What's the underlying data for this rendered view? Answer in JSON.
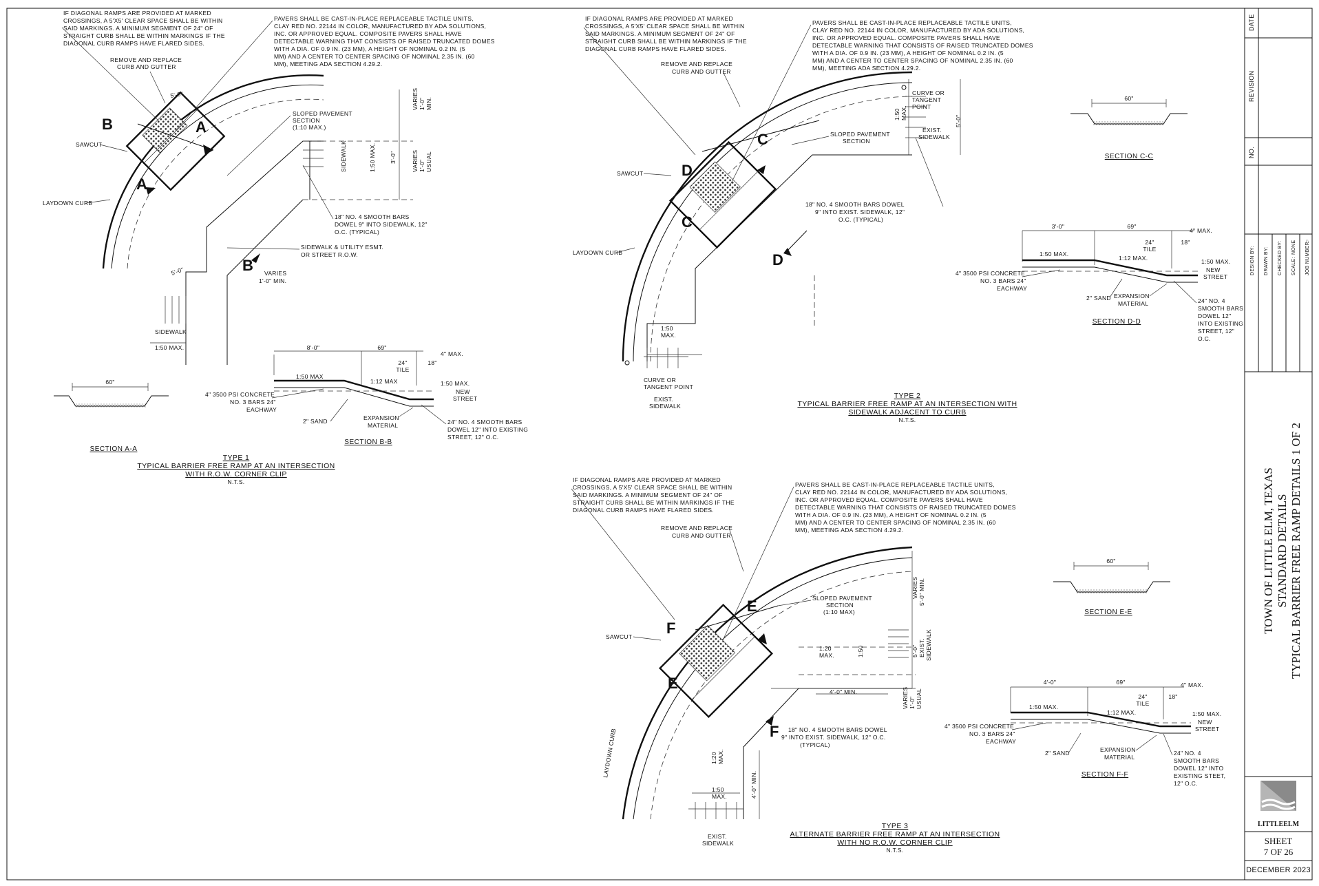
{
  "sheet": {
    "project": "TOWN OF LITTLE ELM, TEXAS",
    "subtitle": "STANDARD DETAILS",
    "drawing_title": "TYPICAL BARRIER FREE RAMP DETAILS 1 OF 2",
    "sheet_label": "SHEET",
    "sheet_number": "7 OF 26",
    "date": "DECEMBER 2023",
    "logo_text": "LITTLEELM",
    "revision_headers": [
      "DATE",
      "REVISION",
      "NO."
    ],
    "info_rows": [
      {
        "label": "DESIGN BY:",
        "value": ""
      },
      {
        "label": "DRAWN BY:",
        "value": ""
      },
      {
        "label": "CHECKED BY:",
        "value": ""
      },
      {
        "label": "SCALE:",
        "value": "NONE"
      },
      {
        "label": "JOB NUMBER:",
        "value": "-"
      }
    ]
  },
  "notes": {
    "diagonal": [
      "IF DIAGONAL RAMPS ARE PROVIDED AT MARKED",
      "CROSSINGS, A 5'X5' CLEAR SPACE SHALL BE WITHIN",
      "SAID MARKINGS.  A MINIMUM SEGMENT OF 24\" OF",
      "STRAIGHT CURB SHALL BE WITHIN MARKINGS IF THE",
      "DIAGONAL CURB RAMPS HAVE FLARED SIDES."
    ],
    "pavers": [
      "PAVERS SHALL BE CAST-IN-PLACE REPLACEABLE TACTILE UNITS,",
      "CLAY RED NO. 22144 IN COLOR, MANUFACTURED BY ADA SOLUTIONS,",
      "INC. OR APPROVED EQUAL.  COMPOSITE PAVERS SHALL HAVE",
      "DETECTABLE WARNING THAT CONSISTS OF RAISED TRUNCATED DOMES",
      "WITH A DIA. OF 0.9 IN. (23 MM), A HEIGHT OF NOMINAL 0.2 IN. (5",
      "MM) AND A CENTER TO CENTER SPACING OF NOMINAL 2.35 IN. (60",
      "MM), MEETING ADA SECTION 4.29.2."
    ]
  },
  "type1": {
    "title_a": "TYPE 1",
    "title_b": "TYPICAL BARRIER FREE RAMP AT AN INTERSECTION",
    "title_c": "WITH R.O.W. CORNER CLIP",
    "scale": "N.T.S.",
    "remove": [
      "REMOVE AND REPLACE",
      "CURB AND GUTTER"
    ],
    "sloped": [
      "SLOPED PAVEMENT",
      "SECTION",
      "(1:10 MAX.)"
    ],
    "varies_top": [
      "VARIES",
      "1'-0\"",
      "MIN."
    ],
    "varies_mid": [
      "VARIES",
      "1'-0\"",
      "USUAL"
    ],
    "sawcut": "SAWCUT",
    "laydown": "LAYDOWN CURB",
    "dowel": [
      "18\" NO. 4 SMOOTH BARS",
      "DOWEL 9\" INTO SIDEWALK, 12\"",
      "O.C. (TYPICAL)"
    ],
    "esmt": [
      "SIDEWALK & UTILITY ESMT.",
      "OR STREET R.O.W."
    ],
    "varies_bot": [
      "VARIES",
      "1'-0\" MIN."
    ],
    "sidewalk": "SIDEWALK",
    "slope_150": "1:50 MAX.",
    "dim_5ft": "5'-0\"",
    "dim_3ft": "3'-0\"",
    "cut_a": "A",
    "cut_b": "B"
  },
  "type2": {
    "title_a": "TYPE 2",
    "title_b": "TYPICAL BARRIER FREE RAMP AT AN INTERSECTION WITH",
    "title_c": "SIDEWALK ADJACENT TO CURB",
    "scale": "N.T.S.",
    "remove": [
      "REMOVE AND REPLACE",
      "CURB AND GUTTER"
    ],
    "curve": [
      "CURVE OR",
      "TANGENT",
      "POINT"
    ],
    "curve_b": [
      "CURVE OR",
      "TANGENT POINT"
    ],
    "sloped": [
      "SLOPED PAVEMENT",
      "SECTION"
    ],
    "exist_sw": [
      "EXIST.",
      "SIDEWALK"
    ],
    "sawcut": "SAWCUT",
    "laydown": "LAYDOWN CURB",
    "dowel": [
      "18\" NO. 4 SMOOTH BARS DOWEL",
      "9\" INTO EXIST. SIDEWALK, 12\"",
      "O.C. (TYPICAL)"
    ],
    "slope_150": "1:50",
    "slope_max": "MAX.",
    "dim_5ft": "5'-0\"",
    "cut_c": "C",
    "cut_d": "D"
  },
  "type3": {
    "title_a": "TYPE 3",
    "title_b": "ALTERNATE BARRIER FREE RAMP AT AN INTERSECTION",
    "title_c": "WITH NO R.O.W. CORNER CLIP",
    "scale": "N.T.S.",
    "remove": [
      "REMOVE AND REPLACE",
      "CURB AND GUTTER"
    ],
    "sloped": [
      "SLOPED PAVEMENT",
      "SECTION",
      "(1:10 MAX)"
    ],
    "varies_top": [
      "VARIES",
      "5'-0\" MIN."
    ],
    "varies_mid": [
      "VARIES",
      "1'-0\"",
      "USUAL"
    ],
    "min4": "4'-0\" MIN.",
    "sawcut": "SAWCUT",
    "laydown": "LAYDOWN CURB",
    "dowel": [
      "18\" NO. 4 SMOOTH BARS DOWEL",
      "9\" INTO EXIST. SIDEWALK, 12\" O.C.",
      "(TYPICAL)"
    ],
    "exist_sw": [
      "EXIST.",
      "SIDEWALK"
    ],
    "slope_120": "1:20",
    "slope_150": "1:50",
    "slope_max": "MAX.",
    "dim_5ft": "5'-0\"",
    "cut_e": "E",
    "cut_f": "F"
  },
  "sections": {
    "aa": {
      "title": "SECTION A-A",
      "width": "60\""
    },
    "cc": {
      "title": "SECTION C-C",
      "width": "60\""
    },
    "ee": {
      "title": "SECTION E-E",
      "width": "60\""
    },
    "bb": {
      "title": "SECTION B-B",
      "dim_left": "8'-0\"",
      "dim_mid": "69\"",
      "dim_tile": "24\"",
      "dim_tile_lbl": "TILE",
      "dim_18": "18\"",
      "max4": "4\" MAX.",
      "slope_left": "1:50 MAX",
      "slope_mid": "1:12 MAX",
      "slope_right": "1:50 MAX.",
      "new_street": [
        "NEW",
        "STREET"
      ],
      "concrete": [
        "4\" 3500 PSI CONCRETE",
        "NO. 3 BARS 24\"",
        "EACHWAY"
      ],
      "sand": "2\" SAND",
      "expansion": [
        "EXPANSION",
        "MATERIAL"
      ],
      "bars": [
        "24\" NO. 4 SMOOTH BARS",
        "DOWEL 12\" INTO EXISTING",
        "STREET, 12\" O.C."
      ]
    },
    "dd": {
      "title": "SECTION D-D",
      "dim_left": "3'-0\"",
      "dim_mid": "69\"",
      "dim_tile": "24\"",
      "dim_tile_lbl": "TILE",
      "dim_18": "18\"",
      "max4": "4\" MAX.",
      "slope_left": "1:50 MAX.",
      "slope_mid": "1:12 MAX.",
      "slope_right": "1:50 MAX.",
      "new_street": [
        "NEW",
        "STREET"
      ],
      "concrete": [
        "4\" 3500 PSI CONCRETE",
        "NO. 3 BARS 24\"",
        "EACHWAY"
      ],
      "sand": "2\" SAND",
      "expansion": [
        "EXPANSION",
        "MATERIAL"
      ],
      "bars": [
        "24\" NO. 4",
        "SMOOTH BARS",
        "DOWEL 12\"",
        "INTO EXISTING",
        "STREET, 12\"",
        "O.C."
      ]
    },
    "ff": {
      "title": "SECTION F-F",
      "dim_left": "4'-0\"",
      "dim_mid": "69\"",
      "dim_tile": "24\"",
      "dim_tile_lbl": "TILE",
      "dim_18": "18\"",
      "max4": "4\" MAX.",
      "slope_left": "1:50 MAX.",
      "slope_mid": "1:12 MAX.",
      "slope_right": "1:50 MAX.",
      "new_street": [
        "NEW",
        "STREET"
      ],
      "concrete": [
        "4\" 3500 PSI CONCRETE",
        "NO. 3 BARS 24\"",
        "EACHWAY"
      ],
      "sand": "2\" SAND",
      "expansion": [
        "EXPANSION",
        "MATERIAL"
      ],
      "bars": [
        "24\" NO. 4",
        "SMOOTH BARS",
        "DOWEL 12\" INTO",
        "EXISTING STEET,",
        "12\" O.C."
      ]
    }
  }
}
